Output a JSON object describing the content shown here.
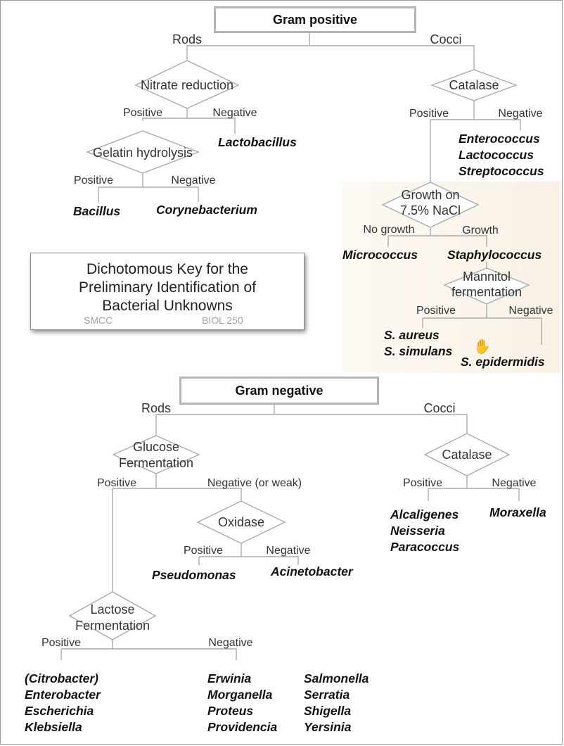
{
  "gram_positive": {
    "title": "Gram positive",
    "rods": "Rods",
    "cocci": "Cocci",
    "nitrate": {
      "test": "Nitrate reduction",
      "positive": "Positive",
      "negative": "Negative",
      "negative_result": "Lactobacillus"
    },
    "gelatin": {
      "test": "Gelatin hydrolysis",
      "positive": "Positive",
      "negative": "Negative",
      "positive_result": "Bacillus",
      "negative_result": "Corynebacterium"
    },
    "catalase": {
      "test": "Catalase",
      "positive": "Positive",
      "negative": "Negative",
      "negative_results": [
        "Enterococcus",
        "Lactococcus",
        "Streptococcus"
      ]
    },
    "nacl": {
      "test_line1": "Growth on",
      "test_line2": "7.5% NaCl",
      "no_growth": "No growth",
      "growth": "Growth",
      "no_growth_result": "Micrococcus",
      "growth_result": "Staphylococcus"
    },
    "mannitol": {
      "test_line1": "Mannitol",
      "test_line2": "fermentation",
      "positive": "Positive",
      "negative": "Negative",
      "positive_results": [
        "S. aureus",
        "S. simulans"
      ],
      "negative_result": "S. epidermidis"
    }
  },
  "title_box": {
    "line1": "Dichotomous Key for the",
    "line2": "Preliminary Identification of",
    "line3": "Bacterial Unknowns",
    "left_tag": "SMCC",
    "right_tag": "BIOL 250"
  },
  "gram_negative": {
    "title": "Gram negative",
    "rods": "Rods",
    "cocci": "Cocci",
    "glucose": {
      "test_line1": "Glucose",
      "test_line2": "Fermentation",
      "positive": "Positive",
      "negative": "Negative (or weak)"
    },
    "oxidase": {
      "test": "Oxidase",
      "positive": "Positive",
      "negative": "Negative",
      "positive_result": "Pseudomonas",
      "negative_result": "Acinetobacter"
    },
    "lactose": {
      "test_line1": "Lactose",
      "test_line2": "Fermentation",
      "positive": "Positive",
      "negative": "Negative",
      "positive_results": [
        "(Citrobacter)",
        "Enterobacter",
        "Escherichia",
        "Klebsiella"
      ],
      "negative_results_col1": [
        "Erwinia",
        "Morganella",
        "Proteus",
        "Providencia"
      ],
      "negative_results_col2": [
        "Salmonella",
        "Serratia",
        "Shigella",
        "Yersinia"
      ]
    },
    "catalase": {
      "test": "Catalase",
      "positive": "Positive",
      "negative": "Negative",
      "positive_results": [
        "Alcaligenes",
        "Neisseria",
        "Paracoccus"
      ],
      "negative_result": "Moraxella"
    }
  },
  "icons": {
    "cursor": "hand-cursor-icon"
  }
}
